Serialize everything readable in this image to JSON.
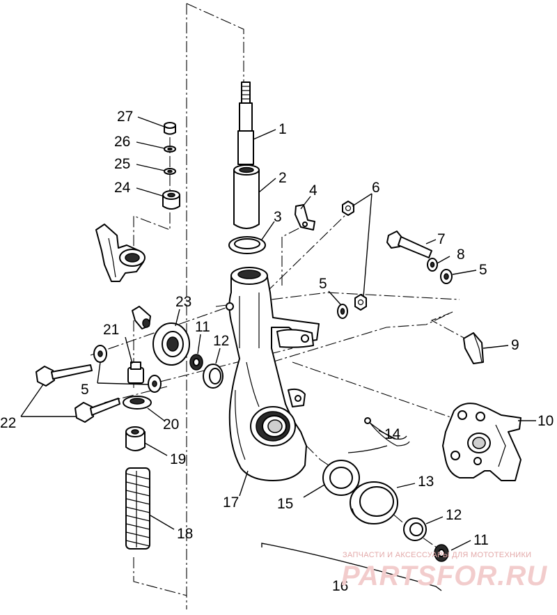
{
  "callouts": {
    "c1": "1",
    "c2": "2",
    "c3": "3",
    "c4": "4",
    "c5a": "5",
    "c5b": "5",
    "c5c": "5",
    "c6": "6",
    "c7": "7",
    "c8": "8",
    "c9": "9",
    "c10": "10",
    "c11a": "11",
    "c11b": "11",
    "c12a": "12",
    "c12b": "12",
    "c13": "13",
    "c14": "14",
    "c15": "15",
    "c16": "16",
    "c17": "17",
    "c18": "18",
    "c19": "19",
    "c20": "20",
    "c21": "21",
    "c22": "22",
    "c23": "23",
    "c24": "24",
    "c25": "25",
    "c26": "26",
    "c27": "27"
  },
  "watermark": {
    "top": "ЗАПЧАСТИ И АКСЕССУАРЫ ДЛЯ МОТОТЕХНИКИ",
    "brand": "PARTSFOR.RU"
  },
  "colors": {
    "line": "#000000",
    "background": "#ffffff",
    "watermark": "#e8b4b4"
  }
}
